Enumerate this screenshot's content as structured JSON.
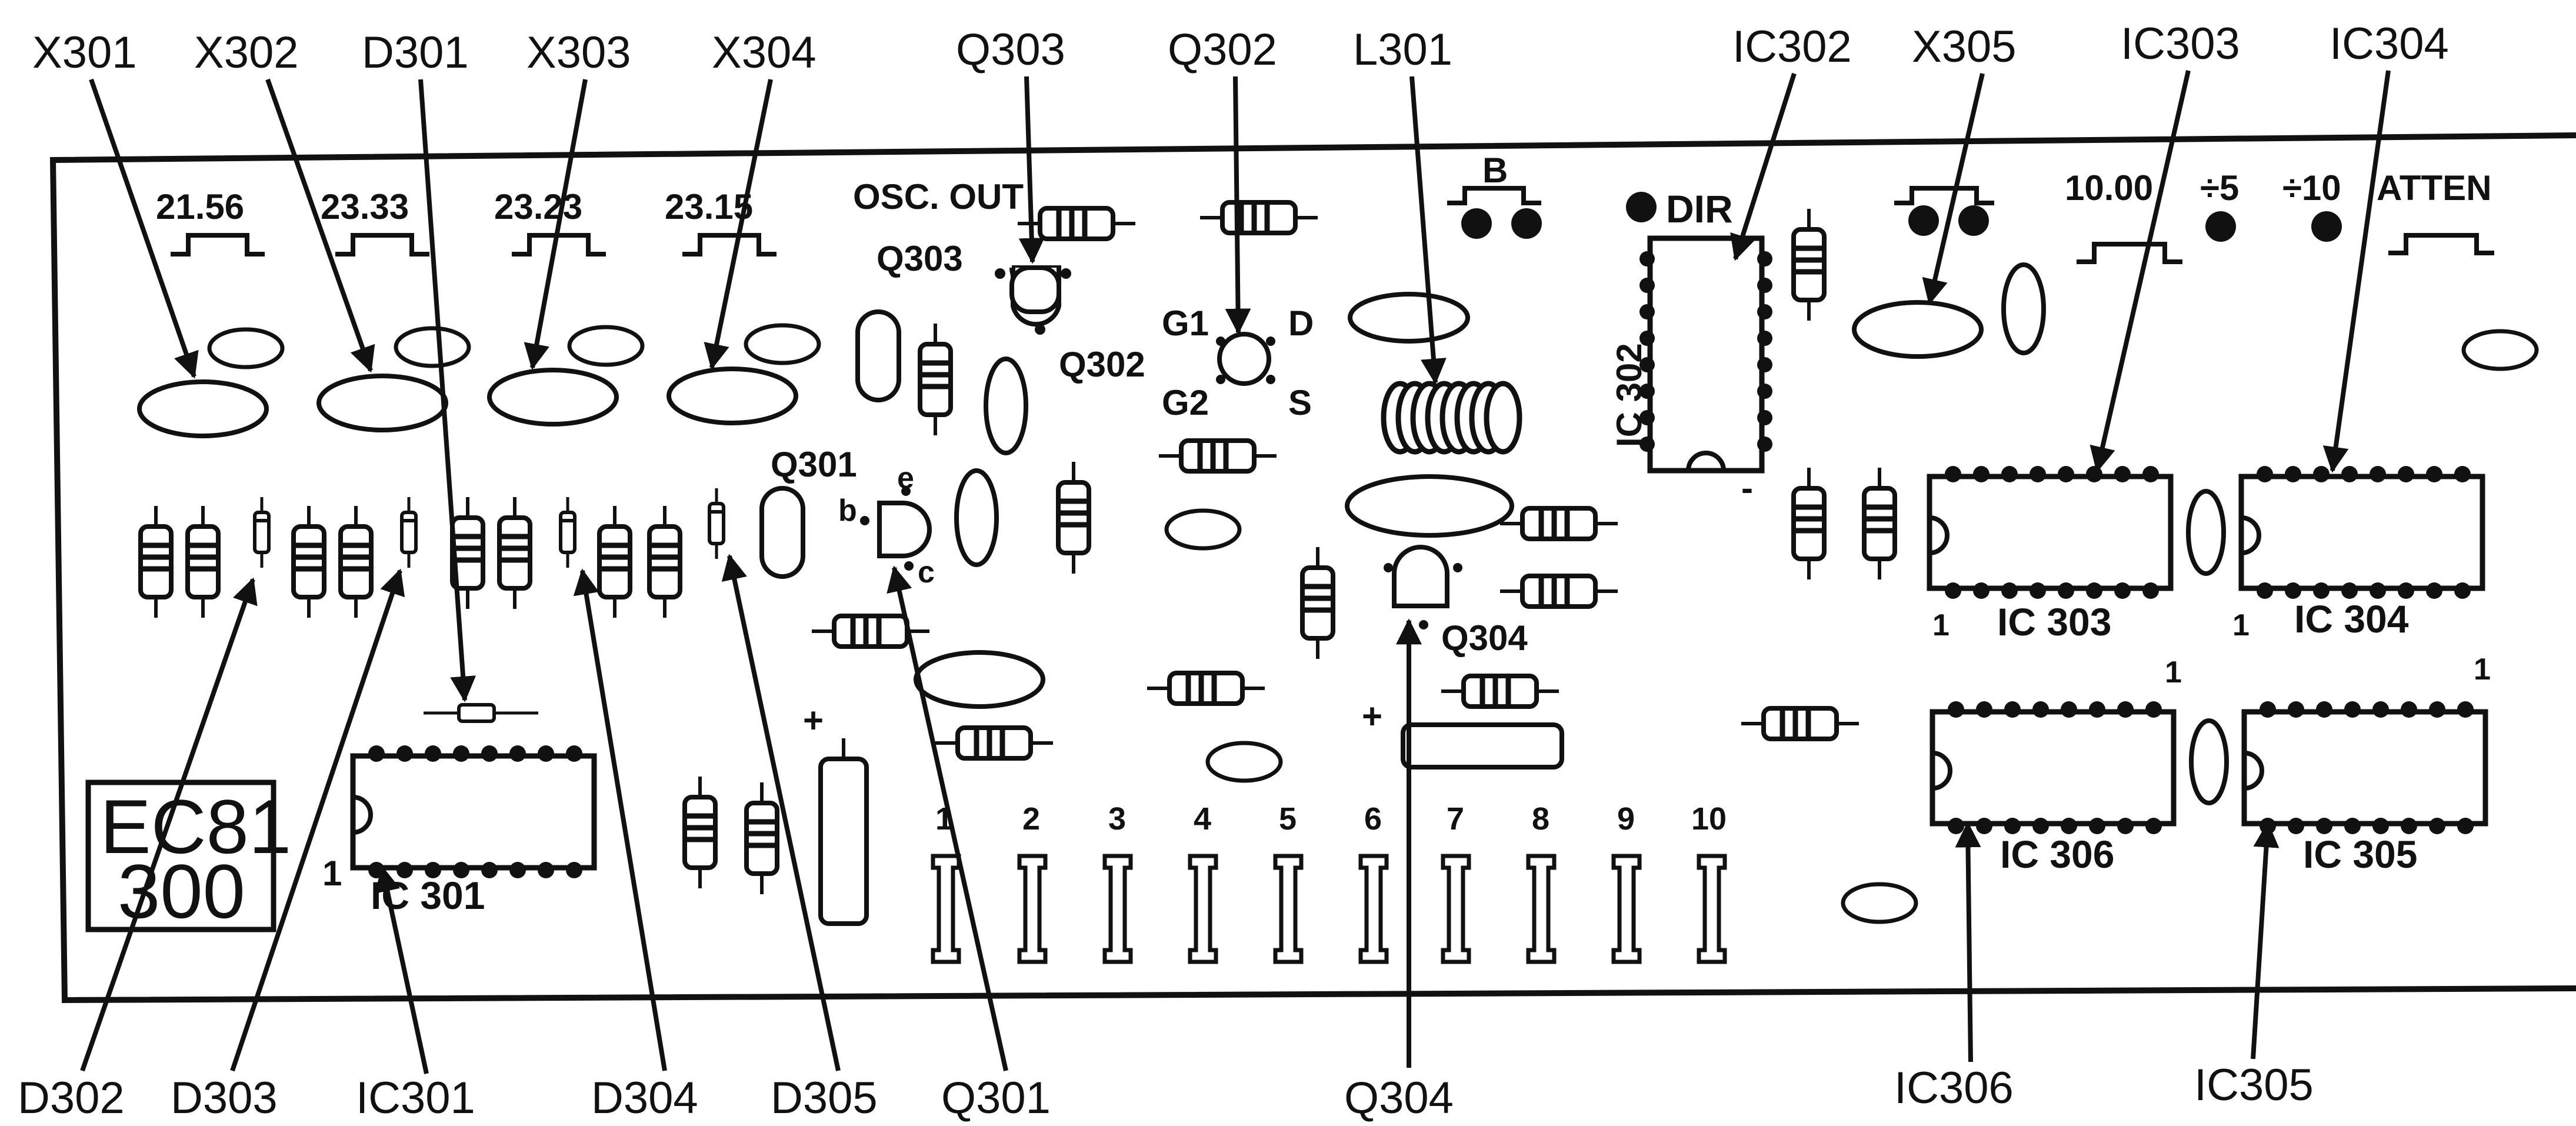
{
  "callouts_top": {
    "x301": "X301",
    "x302": "X302",
    "d301": "D301",
    "x303": "X303",
    "x304": "X304",
    "q303": "Q303",
    "q302": "Q302",
    "l301": "L301",
    "ic302": "IC302",
    "x305": "X305",
    "ic303": "IC303",
    "ic304": "IC304"
  },
  "callouts_bottom": {
    "d302": "D302",
    "d303": "D303",
    "ic301": "IC301",
    "d304": "D304",
    "d305": "D305",
    "q301": "Q301",
    "q304": "Q304",
    "ic306": "IC306",
    "ic305": "IC305"
  },
  "silkscreen": {
    "freq_1": "21.56",
    "freq_2": "23.33",
    "freq_3": "23.23",
    "freq_4": "23.15",
    "osc_out": "OSC. OUT",
    "q303": "Q303",
    "q302": "Q302",
    "g1": "G1",
    "d": "D",
    "g2": "G2",
    "s": "S",
    "b": "B",
    "dir": "DIR",
    "ic302": "IC 302",
    "range_1000": "10.00",
    "div5": "÷5",
    "div10": "÷10",
    "atten": "ATTEN",
    "q301": "Q301",
    "pin_b": "b",
    "pin_e": "e",
    "pin_c": "c",
    "q304": "Q304",
    "ic303": "IC 303",
    "ic304": "IC 304",
    "ic306": "IC 306",
    "ic305": "IC 305",
    "ic301": "IC 301",
    "pin1": "1",
    "plus": "+",
    "minus": "-",
    "board_id_1": "EC81",
    "board_id_2": "300"
  },
  "terminals": [
    "1",
    "2",
    "3",
    "4",
    "5",
    "6",
    "7",
    "8",
    "9",
    "10"
  ]
}
